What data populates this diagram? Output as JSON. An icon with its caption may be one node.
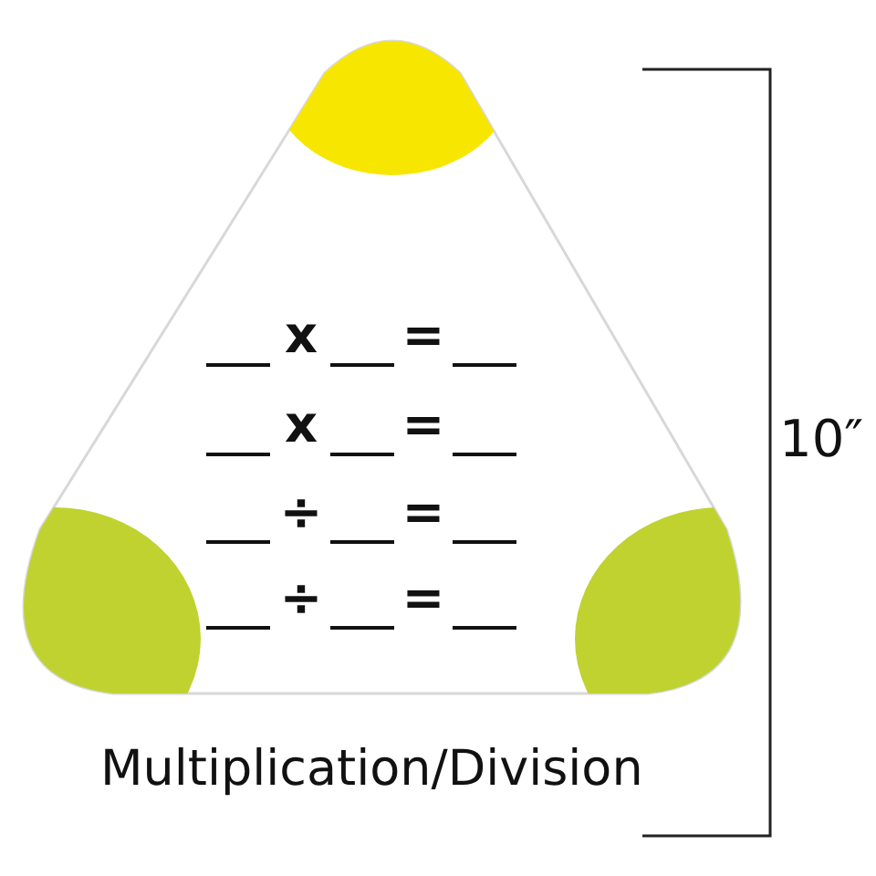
{
  "diagram": {
    "caption": "Multiplication/Division",
    "labels": [
      "x",
      "=",
      "x",
      "=",
      "÷",
      "=",
      "÷",
      "=",
      "10″"
    ]
  }
}
